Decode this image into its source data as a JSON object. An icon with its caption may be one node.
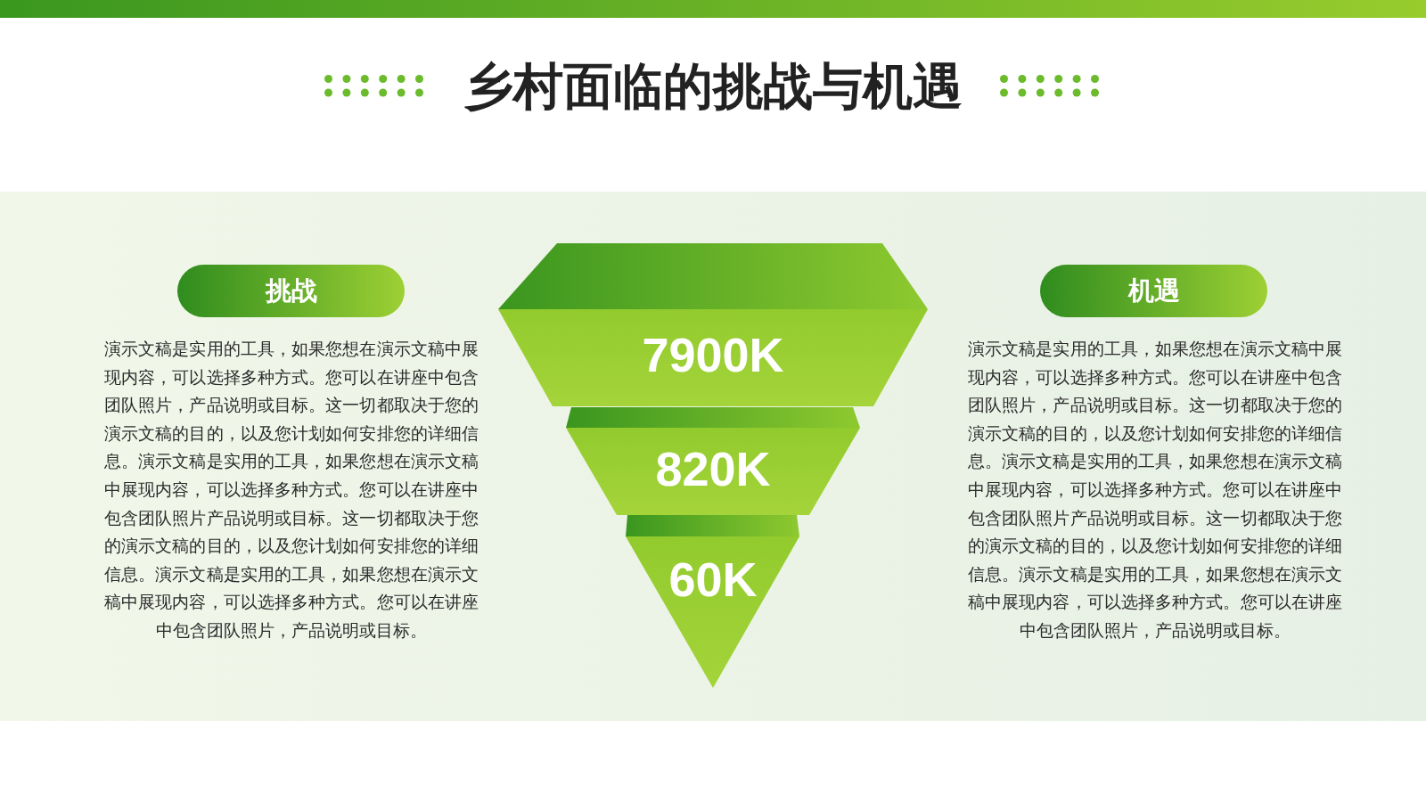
{
  "diagram": {
    "title": "乡村面临的挑战与机遇",
    "nodes": [
      {
        "text": [
          "挑战"
        ],
        "beside": [
          "演示文稿是实用的工具，如果您想在演示文稿中展现内容，可以选择多种方式。您可以在讲座中包含团队照片，产品说明或目标。这一切都取决于您的演示文稿的目的，以及您计划如何安排您的详细信息。演示文稿是实用的工具，如果您想在演示文稿中展现内容，可以选择多种方式。您可以在讲座中包含团队照片产品说明或目标。这一切都取决于您的演示文稿的目的，以及您计划如何安排您的详细信息。演示文稿是实用的工具，如果您想在演示文稿中展现内容，可以选择多种方式。您可以在讲座中包含团队照片，产品说明或目标。"
        ]
      },
      {
        "text": [
          "7900K"
        ]
      },
      {
        "text": [
          "820K"
        ]
      },
      {
        "text": [
          "60K"
        ]
      },
      {
        "text": [
          "机遇"
        ],
        "beside": [
          "演示文稿是实用的工具，如果您想在演示文稿中展现内容，可以选择多种方式。您可以在讲座中包含团队照片，产品说明或目标。这一切都取决于您的演示文稿的目的，以及您计划如何安排您的详细信息。演示文稿是实用的工具，如果您想在演示文稿中展现内容，可以选择多种方式。您可以在讲座中包含团队照片产品说明或目标。这一切都取决于您的演示文稿的目的，以及您计划如何安排您的详细信息。演示文稿是实用的工具，如果您想在演示文稿中展现内容，可以选择多种方式。您可以在讲座中包含团队照片，产品说明或目标。"
        ]
      }
    ]
  }
}
